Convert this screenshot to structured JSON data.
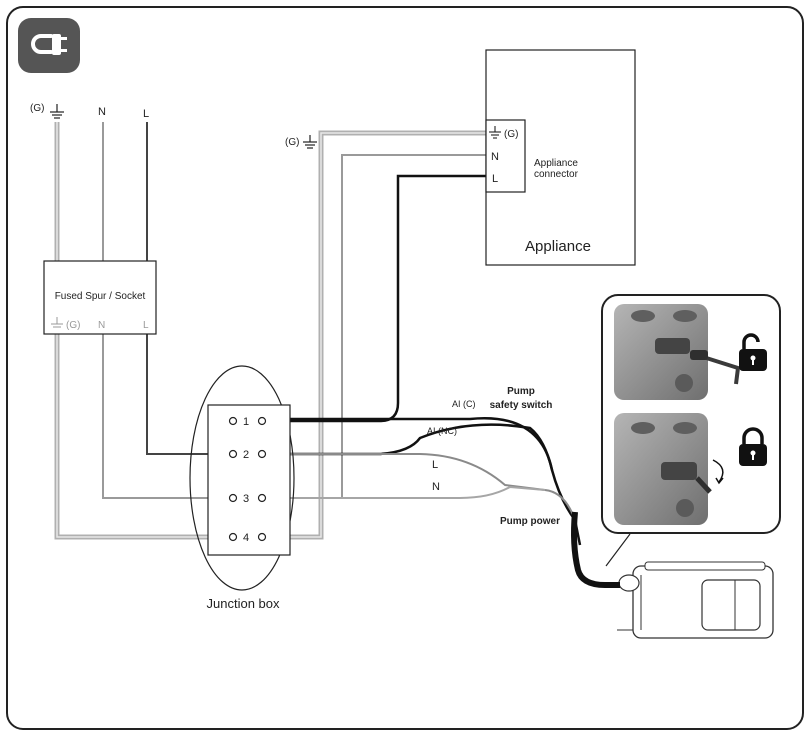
{
  "colors": {
    "frame": "#222222",
    "earth_wire": "#c8c8c8",
    "neutral_wire": "#9a9a9a",
    "live_wire": "#444444",
    "switch_wire": "#111111",
    "icon_bg": "#555555",
    "device_grey": "#8a8a8a"
  },
  "icons": {
    "power_plug": "plug-icon",
    "earth": "earth-ground-icon",
    "unlocked": "padlock-open-icon",
    "locked": "padlock-closed-icon"
  },
  "supply": {
    "earth_label": "(G)",
    "neutral_label": "N",
    "live_label": "L"
  },
  "fused_spur": {
    "title": "Fused Spur / Socket",
    "earth_label": "(G)",
    "neutral_label": "N",
    "live_label": "L"
  },
  "appliance": {
    "title": "Appliance",
    "connector_label_line1": "Appliance",
    "connector_label_line2": "connector",
    "earth_label": "(G)",
    "neutral_label": "N",
    "live_label": "L",
    "external_earth_label": "(G)"
  },
  "junction_box": {
    "title": "Junction box",
    "terminals": [
      "1",
      "2",
      "3",
      "4"
    ]
  },
  "pump": {
    "switch_title_line1": "Pump",
    "switch_title_line2": "safety switch",
    "ai_c": "AI (C)",
    "ai_nc": "AI (NC)",
    "live_label": "L",
    "neutral_label": "N",
    "power_label": "Pump power"
  }
}
